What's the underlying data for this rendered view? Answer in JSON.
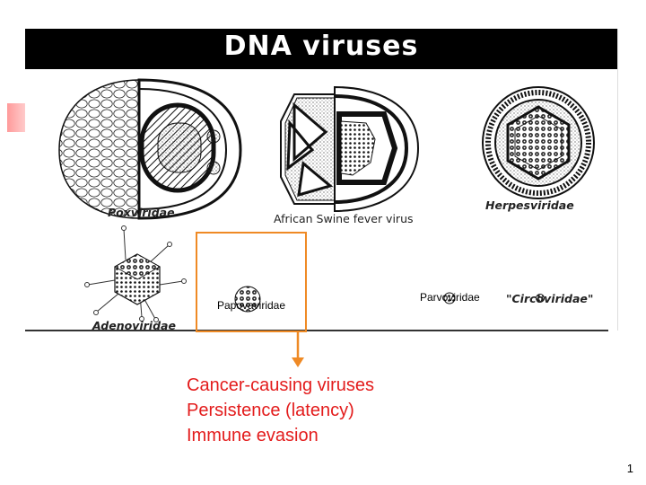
{
  "title": "DNA viruses",
  "viruses": {
    "poxviridae": "Poxviridae",
    "african_swine_fever": "African Swine fever virus",
    "herpesviridae": "Herpesviridae",
    "adenoviridae": "Adenoviridae",
    "papovaviridae": "Papovaviridae",
    "parvoviridae": "Parvoviridae",
    "circoviridae": "\"Circoviridae\""
  },
  "notes": [
    "Cancer-causing viruses",
    "Persistence (latency)",
    "Immune evasion"
  ],
  "page_number": "1",
  "colors": {
    "highlight": "#ef8a25",
    "note_text": "#e31c1c",
    "title_bar": "#000000"
  }
}
